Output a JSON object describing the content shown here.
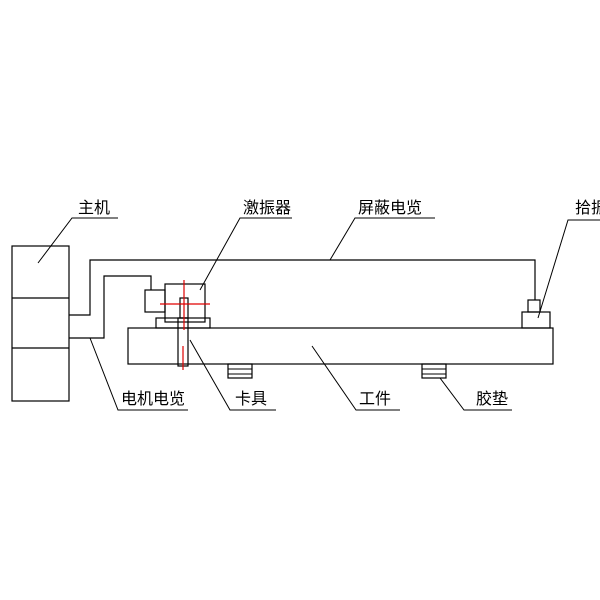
{
  "labels": {
    "host": "主机",
    "exciter": "激振器",
    "shielded_cable": "屏蔽电览",
    "pickup": "拾振",
    "motor_cable": "电机电览",
    "clamp": "卡具",
    "workpiece": "工件",
    "rubber_pad": "胶垫"
  },
  "colors": {
    "line": "#000000",
    "crosshair": "#e00000",
    "background": "#ffffff"
  }
}
